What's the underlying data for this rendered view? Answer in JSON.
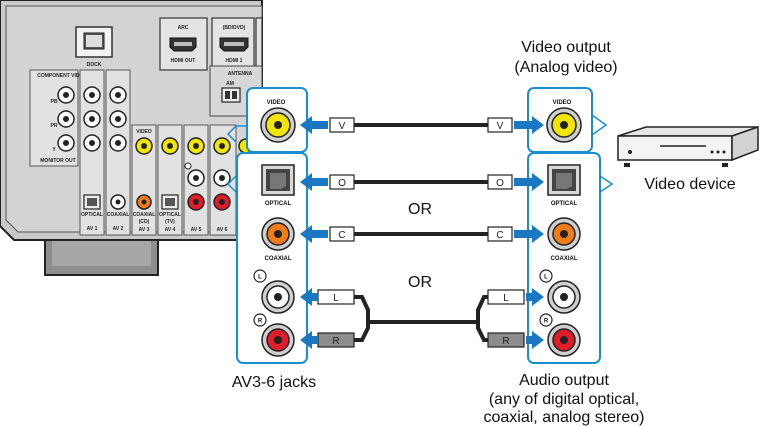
{
  "receiver": {
    "dock": "DOCK",
    "hdmi_out_top": "ARC",
    "hdmi_out": "HDMI OUT",
    "hdmi1_top": "(BD/DVD)",
    "hdmi1": "HDMI 1",
    "antenna": "ANTENNA",
    "am": "AM",
    "comp_header": "COMPONENT VIDEO",
    "pb": "PB",
    "pr": "PR",
    "y": "Y",
    "monitor_out": "MONITOR OUT",
    "av_labels": [
      "AV 1",
      "AV 2",
      "AV 3",
      "AV 4",
      "AV 5",
      "AV 6"
    ],
    "optical_a": "OPTICAL",
    "coaxial_a": "COAXIAL",
    "video_col": "VIDEO",
    "coaxial_b": "COAXIAL",
    "cd": "(CD)",
    "optical_b": "OPTICAL",
    "tv": "(TV)"
  },
  "left_panel": {
    "video": "VIDEO",
    "optical": "OPTICAL",
    "coaxial": "COAXIAL",
    "l": "L",
    "r": "R"
  },
  "right_panel": {
    "video": "VIDEO",
    "optical": "OPTICAL",
    "coaxial": "COAXIAL",
    "l": "L",
    "r": "R"
  },
  "cables": {
    "video_plug": "V",
    "optical_plug": "O",
    "coaxial_plug": "C",
    "left_plug": "L",
    "right_plug": "R"
  },
  "labels": {
    "video_output_line1": "Video output",
    "video_output_line2": "(Analog video)",
    "video_device": "Video device",
    "or_1": "OR",
    "or_2": "OR",
    "av_jacks": "AV3-6 jacks",
    "audio_output_line1": "Audio output",
    "audio_output_line2": "(any of digital optical,",
    "audio_output_line3": "coaxial, analog stereo)"
  },
  "colors": {
    "panel_border": "#1a8fd0",
    "arrow": "#1a78c2",
    "video_yellow": "#f2e600",
    "coaxial_orange": "#f07d1a",
    "right_red": "#e01e2a",
    "receiver_grey": "#c9c9c9"
  }
}
